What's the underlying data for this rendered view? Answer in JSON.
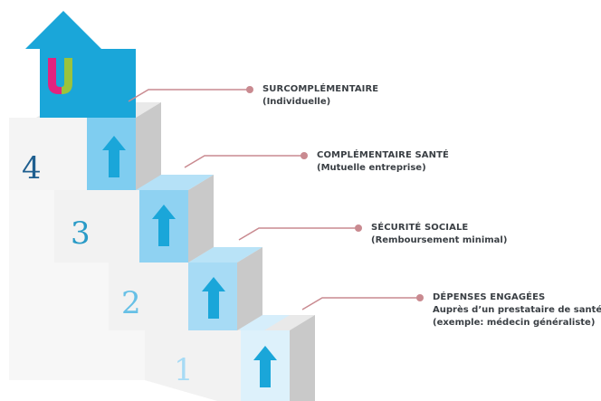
{
  "steps": [
    {
      "number": "1",
      "title": "DÉPENSES ENGAGÉES",
      "lines": [
        "Auprès d’un prestataire de santé",
        "(exemple: médecin généraliste)"
      ]
    },
    {
      "number": "2",
      "title": "SÉCURITÉ SOCIALE",
      "lines": [
        "(Remboursement minimal)"
      ]
    },
    {
      "number": "3",
      "title": "COMPLÉMENTAIRE SANTÉ",
      "lines": [
        "(Mutuelle entreprise)"
      ]
    },
    {
      "number": "4",
      "title": "SURCOMPLÉMENTAIRE",
      "lines": [
        "(Individuelle)"
      ]
    }
  ],
  "colors": {
    "arrow_blue": "#1aa6d9",
    "light_blue": "#a7dbf5",
    "mid_blue": "#7fcdf0",
    "connector": "#c98a90",
    "number_dark": "#1f5f8f",
    "number_teal": "#2a9bc7",
    "number_light": "#67c0e6",
    "logo_pink": "#e2237f",
    "logo_green": "#9bc33c"
  },
  "icons": [
    "up-arrow-icon",
    "logo-u-icon"
  ]
}
